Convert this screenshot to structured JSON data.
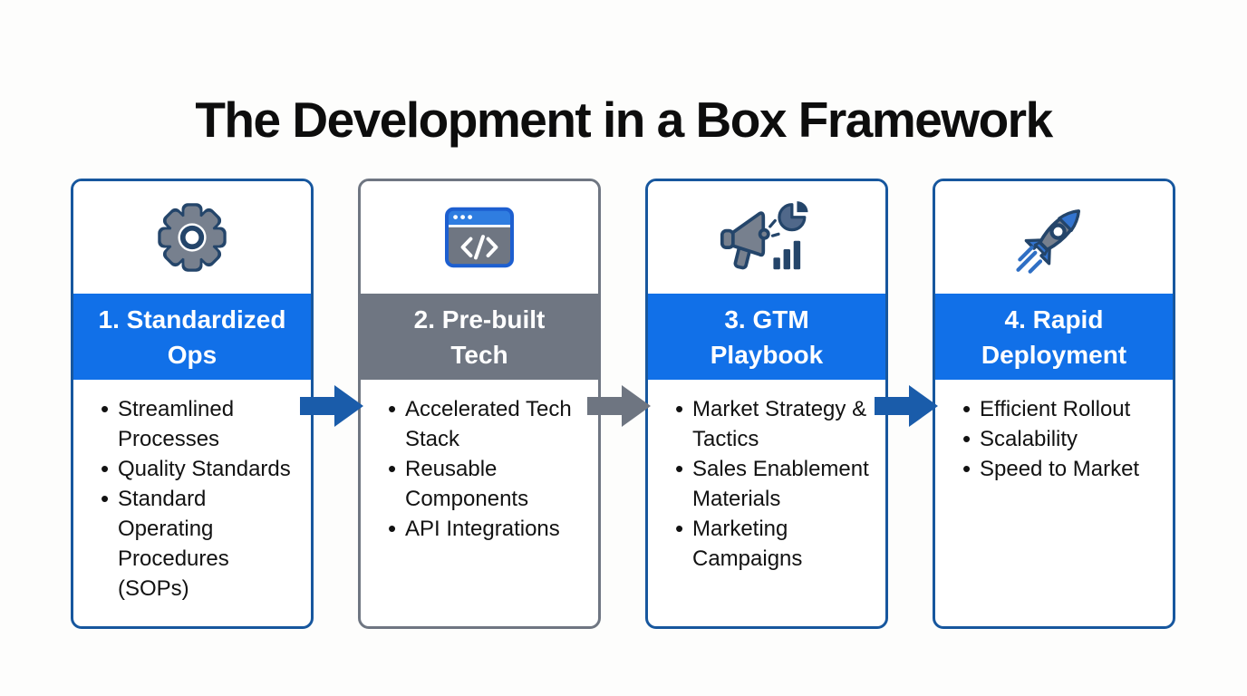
{
  "page": {
    "title": "The Development in a Box Framework",
    "background_color": "#fdfdfc"
  },
  "palette": {
    "accent_blue": "#1170e8",
    "border_blue": "#17579e",
    "slate_gray": "#6f7682",
    "arrow_blue": "#1a5caa",
    "arrow_gray": "#6e7581",
    "icon_gray": "#77808e",
    "icon_navy": "#24456a",
    "icon_blue": "#2f7de0",
    "text_black": "#121212",
    "white": "#ffffff"
  },
  "cards": [
    {
      "icon": "gear-icon",
      "title": "1. Standardized Ops",
      "title_line1": "1. Standardized",
      "title_line2": "Ops",
      "header_color": "#1170e8",
      "border_color": "#17579e",
      "bullets": [
        "Streamlined Processes",
        "Quality Standards",
        "Standard Operating Procedures (SOPs)"
      ]
    },
    {
      "icon": "code-window-icon",
      "title": "2. Pre-built Tech",
      "title_line1": "2. Pre-built",
      "title_line2": "Tech",
      "header_color": "#6f7682",
      "border_color": "#6f7682",
      "bullets": [
        "Accelerated Tech Stack",
        "Reusable Components",
        "API Integrations"
      ]
    },
    {
      "icon": "megaphone-analytics-icon",
      "title": "3. GTM Playbook",
      "title_line1": "3. GTM",
      "title_line2": "Playbook",
      "header_color": "#1170e8",
      "border_color": "#17579e",
      "bullets": [
        "Market Strategy & Tactics",
        "Sales Enablement Materials",
        "Marketing Campaigns"
      ]
    },
    {
      "icon": "rocket-icon",
      "title": "4. Rapid Deployment",
      "title_line1": "4. Rapid",
      "title_line2": "Deployment",
      "header_color": "#1170e8",
      "border_color": "#17579e",
      "bullets": [
        "Efficient Rollout",
        "Scalability",
        "Speed to Market"
      ]
    }
  ],
  "arrows": [
    {
      "direction": "right",
      "color": "#1a5caa"
    },
    {
      "direction": "right",
      "color": "#6e7581"
    },
    {
      "direction": "right",
      "color": "#1a5caa"
    }
  ]
}
